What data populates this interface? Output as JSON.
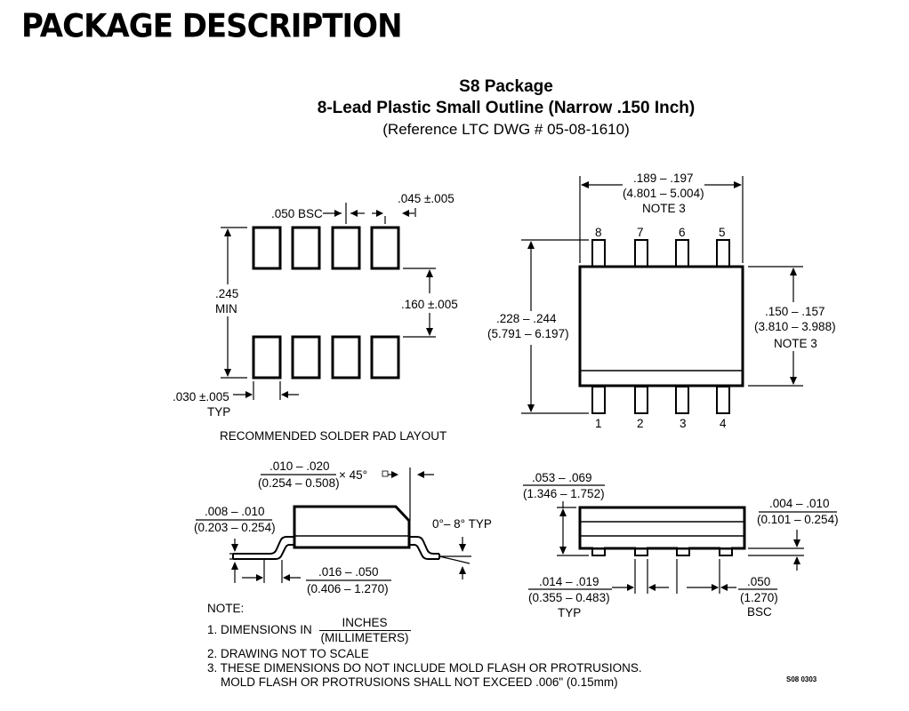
{
  "page_title": "PACKAGE DESCRIPTION",
  "package": {
    "name": "S8 Package",
    "description": "8-Lead Plastic Small Outline (Narrow .150 Inch)",
    "reference": "(Reference LTC DWG # 05-08-1610)"
  },
  "solder_pad": {
    "caption": "RECOMMENDED SOLDER PAD LAYOUT",
    "pitch": ".050 BSC",
    "pad_width": ".045 ±.005",
    "total_height_1": ".245",
    "total_height_2": "MIN",
    "pad_length": ".160 ±.005",
    "pad_gap_1": ".030 ±.005",
    "pad_gap_2": "TYP"
  },
  "top_view": {
    "length_in": ".189 – .197",
    "length_mm": "(4.801 – 5.004)",
    "length_note": "NOTE 3",
    "width_in": ".228 – .244",
    "width_mm": "(5.791 – 6.197)",
    "body_in": ".150 – .157",
    "body_mm": "(3.810 – 3.988)",
    "body_note": "NOTE 3",
    "pins_top": [
      "8",
      "7",
      "6",
      "5"
    ],
    "pins_bottom": [
      "1",
      "2",
      "3",
      "4"
    ]
  },
  "side_view": {
    "chamfer_in": ".010 – .020",
    "chamfer_mm": "(0.254 – 0.508)",
    "chamfer_angle": "× 45°",
    "lead_thick_in": ".008 – .010",
    "lead_thick_mm": "(0.203 – 0.254)",
    "angle": "0°– 8° TYP",
    "foot_in": ".016 – .050",
    "foot_mm": "(0.406 – 1.270)"
  },
  "end_view": {
    "height_in": ".053 – .069",
    "height_mm": "(1.346 – 1.752)",
    "standoff_in": ".004 – .010",
    "standoff_mm": "(0.101 – 0.254)",
    "lead_w_in": ".014 – .019",
    "lead_w_mm": "(0.355 – 0.483)",
    "lead_w_typ": "TYP",
    "pitch_in": ".050",
    "pitch_mm": "(1.270)",
    "pitch_bsc": "BSC"
  },
  "notes": {
    "heading": "NOTE:",
    "n1_prefix": "1. DIMENSIONS IN",
    "n1_num": "INCHES",
    "n1_den": "(MILLIMETERS)",
    "n2": "2. DRAWING NOT TO SCALE",
    "n3a": "3. THESE DIMENSIONS DO NOT INCLUDE MOLD FLASH OR PROTRUSIONS.",
    "n3b": "MOLD FLASH OR PROTRUSIONS SHALL NOT EXCEED .006\" (0.15mm)"
  },
  "drawing_code": "S08 0303"
}
